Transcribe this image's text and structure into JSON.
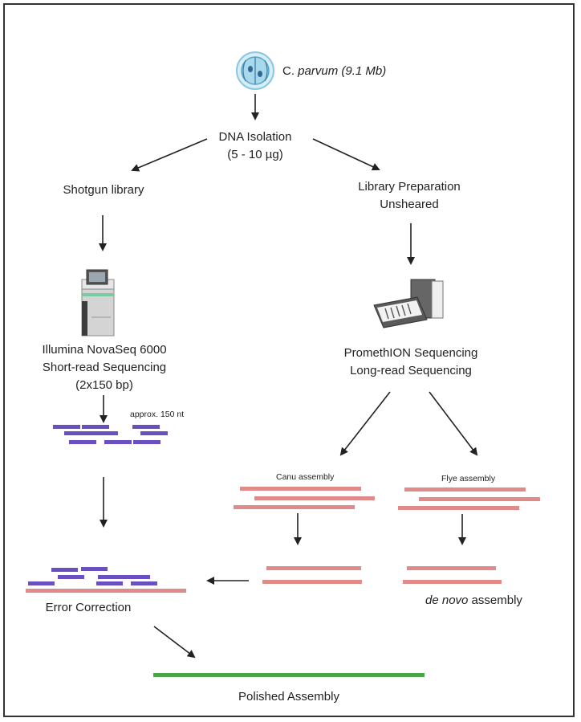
{
  "organism": {
    "prefix": "C. ",
    "name": "parvum (9.1 Mb)"
  },
  "isolation": {
    "line1": "DNA Isolation",
    "line2": "(5 - 10 µg)"
  },
  "left": {
    "library": "Shotgun library",
    "sequencer_line1": "Illumina NovaSeq 6000",
    "sequencer_line2": "Short-read Sequencing",
    "sequencer_line3": "(2x150 bp)",
    "read_length_note": "approx. 150 nt"
  },
  "right": {
    "library_line1": "Library Preparation",
    "library_line2": "Unsheared",
    "sequencer_line1": "PromethION Sequencing",
    "sequencer_line2": "Long-read Sequencing",
    "assembler_a": "Canu assembly",
    "assembler_b": "Flye assembly",
    "denovo_italic": "de novo",
    "denovo_rest": " assembly"
  },
  "error_correction": "Error Correction",
  "polished": "Polished Assembly",
  "colors": {
    "short_read": "#6a4fc1",
    "long_read": "#e08a8a",
    "polished": "#4aa548",
    "arrow": "#222222",
    "cell": "#a9d8ec"
  }
}
